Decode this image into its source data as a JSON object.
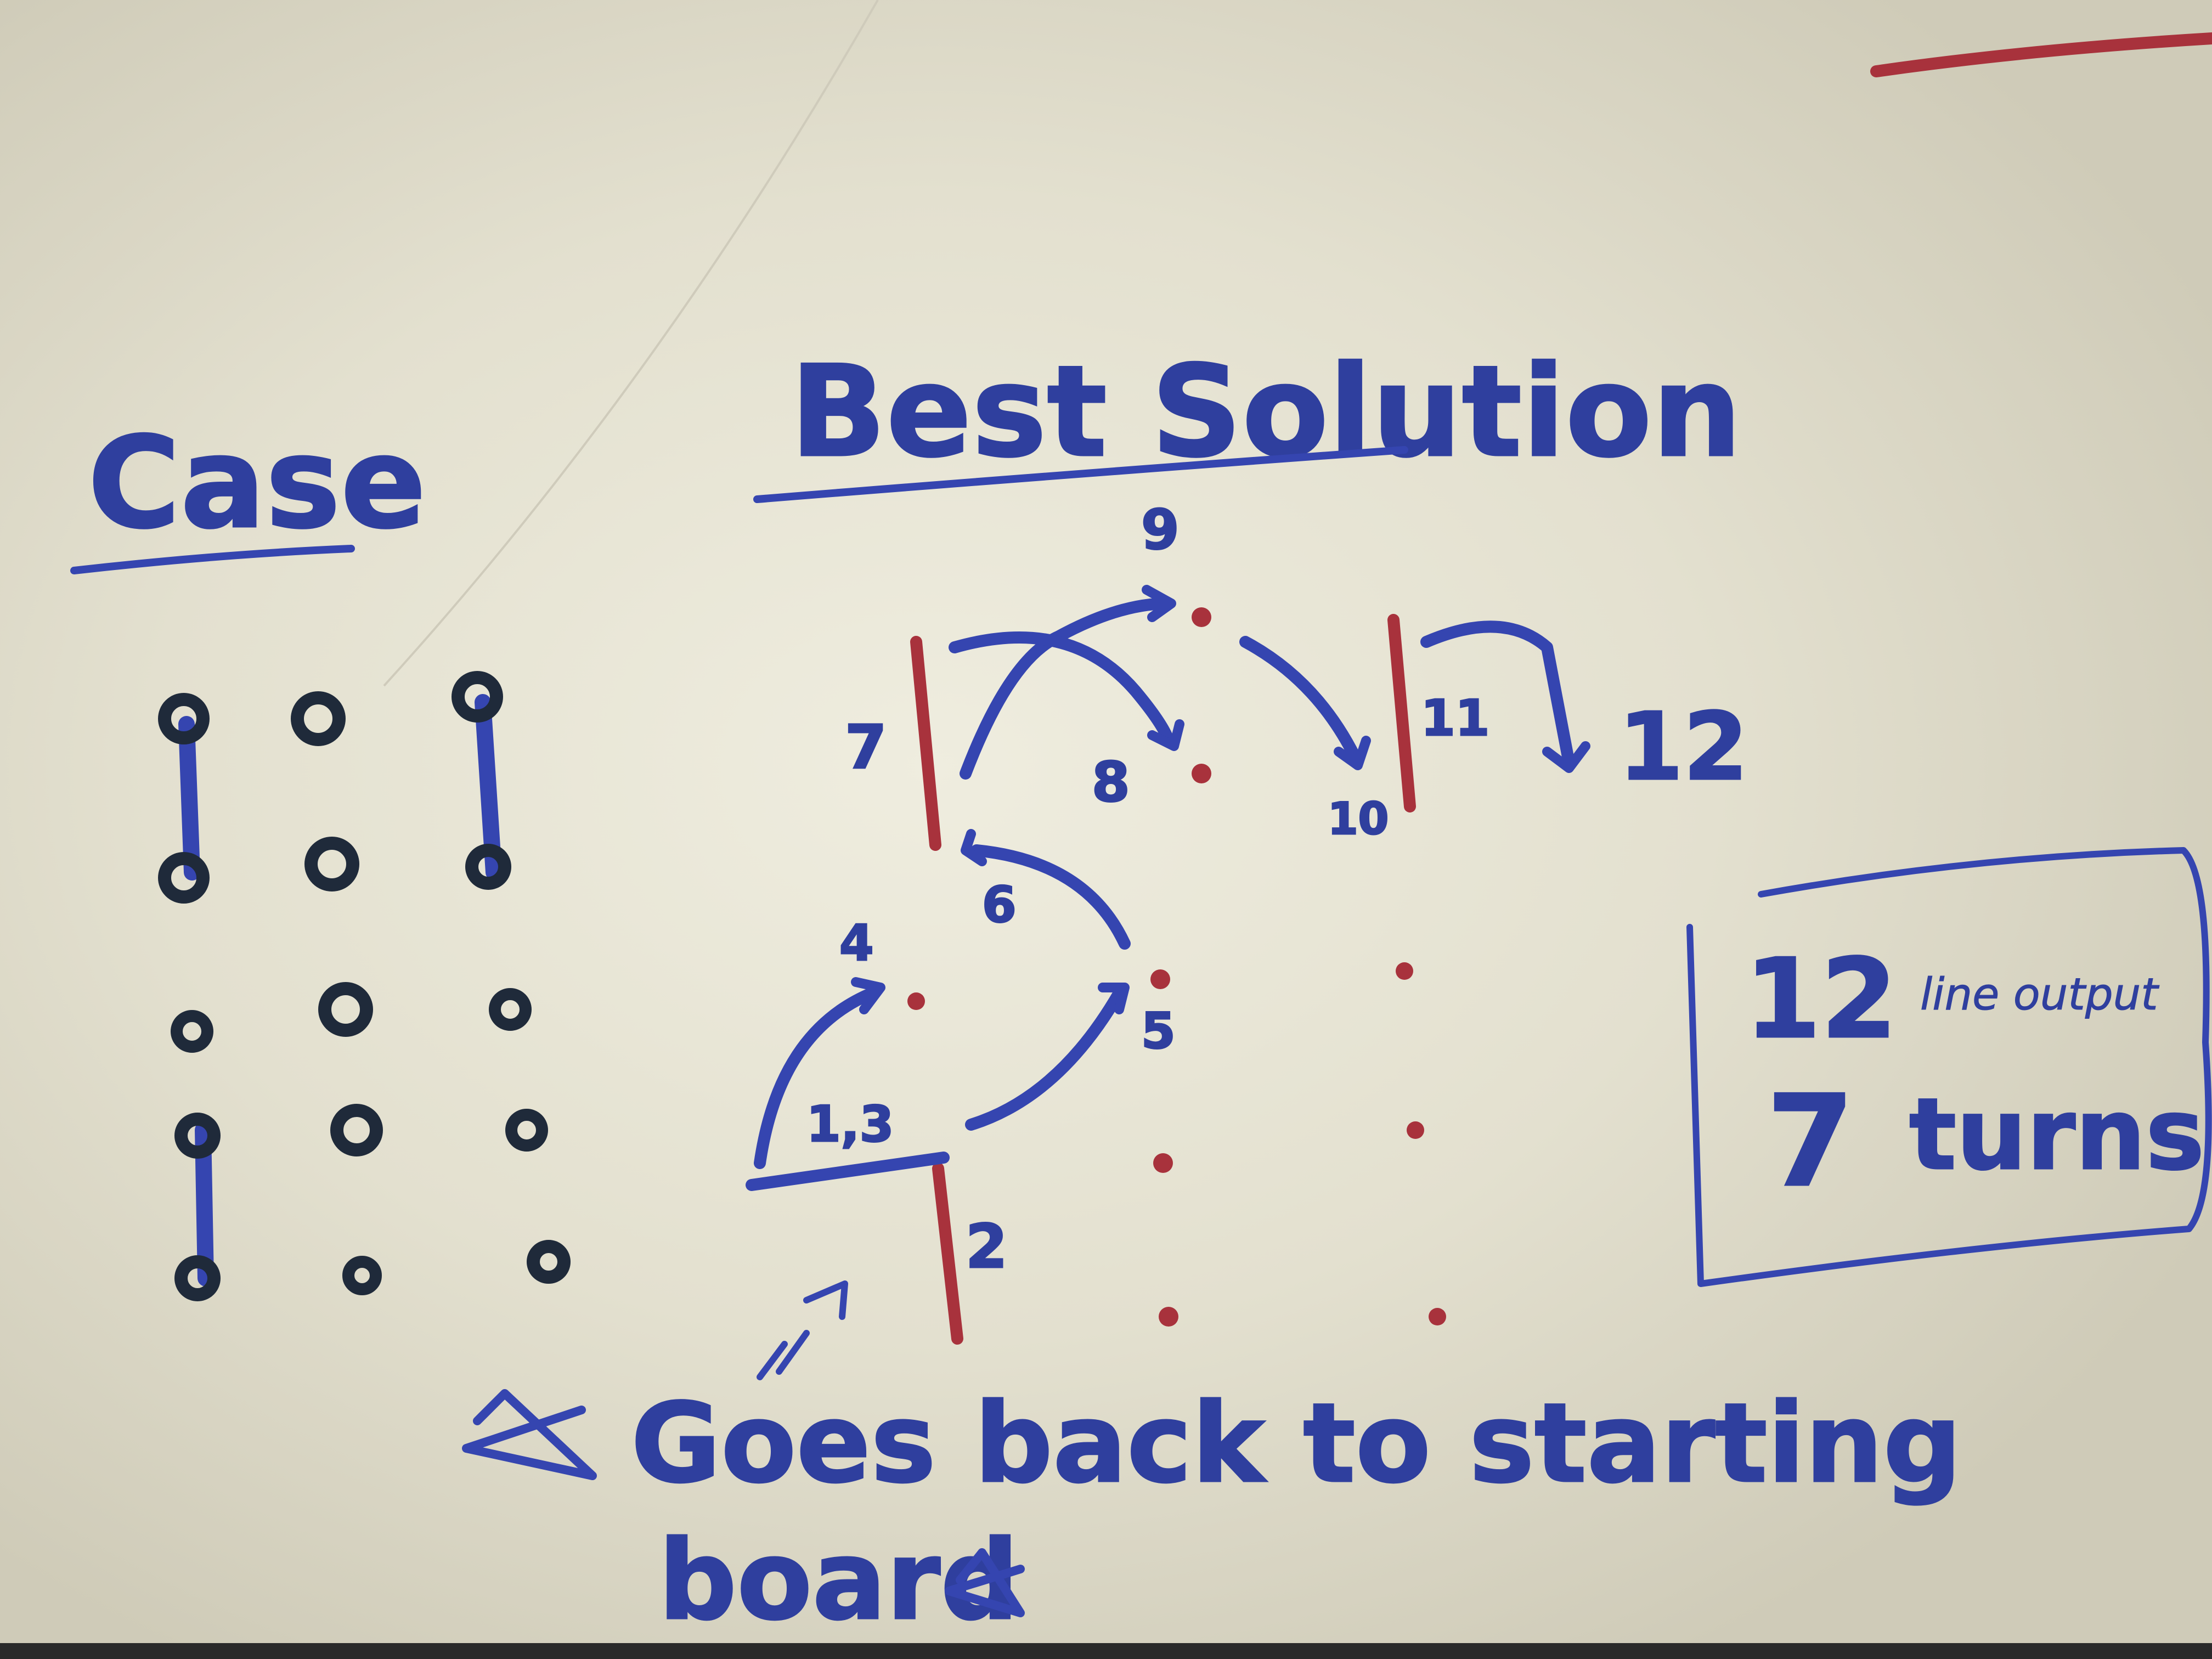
{
  "titles": {
    "case": "Case",
    "best_solution": "Best Solution"
  },
  "step_labels": [
    "1,3",
    "2",
    "4",
    "5",
    "6",
    "7",
    "8",
    "9",
    "10",
    "11",
    "12"
  ],
  "summary_box": {
    "count_lines": "12",
    "lines_label": "line output",
    "count_turns": "7",
    "turns_label": "turns"
  },
  "footnote": {
    "line1": "Goes back to starting",
    "line2": "board"
  },
  "colors": {
    "paper": "#e9e6d6",
    "blue_ink": "#3545b0",
    "red_ink": "#a8323c",
    "dark_ink": "#1f2a3a"
  }
}
